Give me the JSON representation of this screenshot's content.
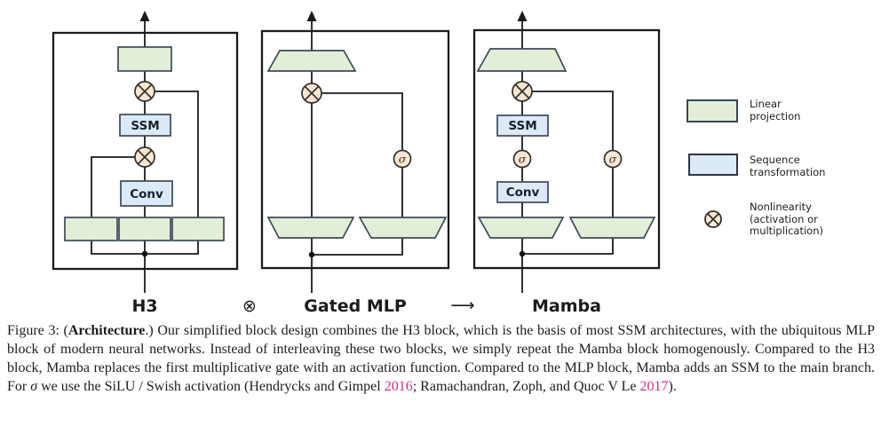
{
  "blocks": {
    "h3": {
      "name": "H3",
      "ssm": "SSM",
      "conv": "Conv"
    },
    "gated_mlp": {
      "name": "Gated MLP",
      "sigma": "σ"
    },
    "mamba": {
      "name": "Mamba",
      "ssm": "SSM",
      "conv": "Conv",
      "sigma": "σ"
    },
    "compose_symbol": "⊗",
    "arrow_symbol": "⟶"
  },
  "legend": {
    "linear": "Linear\nprojection",
    "sequence": "Sequence\ntransformation",
    "nonlinearity": "Nonlinearity\n(activation or\nmultiplication)"
  },
  "caption": {
    "figure_prefix": "Figure 3: (",
    "figure_bold": "Architecture",
    "text_a": ".) Our simplified block design combines the H3 block, which is the basis of most SSM architectures, with the ubiquitous MLP block of modern neural networks. Instead of interleaving these two blocks, we simply repeat the Mamba block homogenously. Compared to the H3 block, Mamba replaces the first multiplicative gate with an activation function. Compared to the MLP block, Mamba adds an SSM to the main branch. For ",
    "sigma": "σ",
    "text_b": " we use the SiLU / Swish activation (Hendrycks and Gimpel ",
    "cite_2016": "2016",
    "text_c": "; Ramachandran, Zoph, and Quoc V Le ",
    "cite_2017": "2017",
    "text_d": ")."
  },
  "colors": {
    "linear_projection_fill": "#e3eed8",
    "sequence_transformation_fill": "#dce9f6",
    "nonlinearity_fill": "#fae7d2",
    "wire": "#1b1b1b",
    "citation": "#d62b86"
  }
}
